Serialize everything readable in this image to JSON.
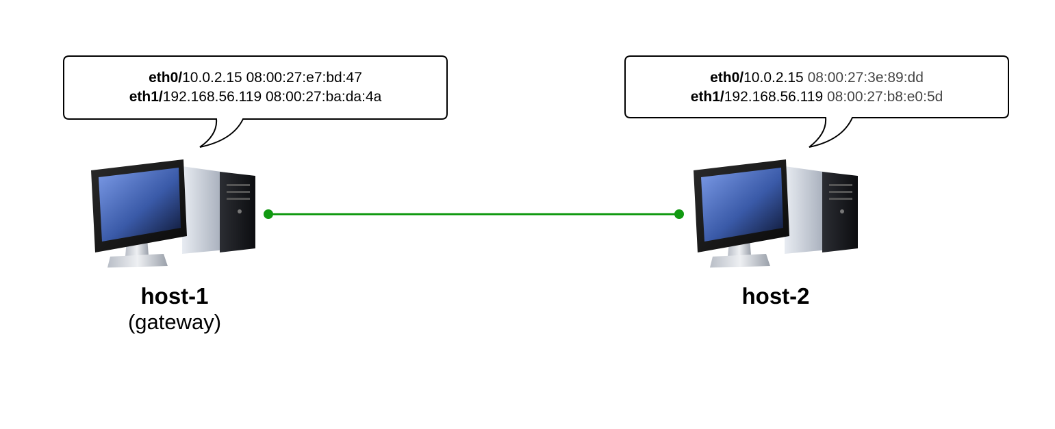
{
  "hosts": [
    {
      "name": "host-1",
      "role": "(gateway)",
      "interfaces": [
        {
          "iface": "eth0",
          "ip": "10.0.2.15",
          "mac": "08:00:27:e7:bd:47"
        },
        {
          "iface": "eth1",
          "ip": "192.168.56.119",
          "mac": "08:00:27:ba:da:4a"
        }
      ]
    },
    {
      "name": "host-2",
      "interfaces": [
        {
          "iface": "eth0",
          "ip": "10.0.2.15",
          "mac": "08:00:27:3e:89:dd"
        },
        {
          "iface": "eth1",
          "ip": "192.168.56.119",
          "mac": "08:00:27:b8:e0:5d"
        }
      ]
    }
  ],
  "colors": {
    "link": "#119911",
    "mac_host2": "#444444"
  }
}
